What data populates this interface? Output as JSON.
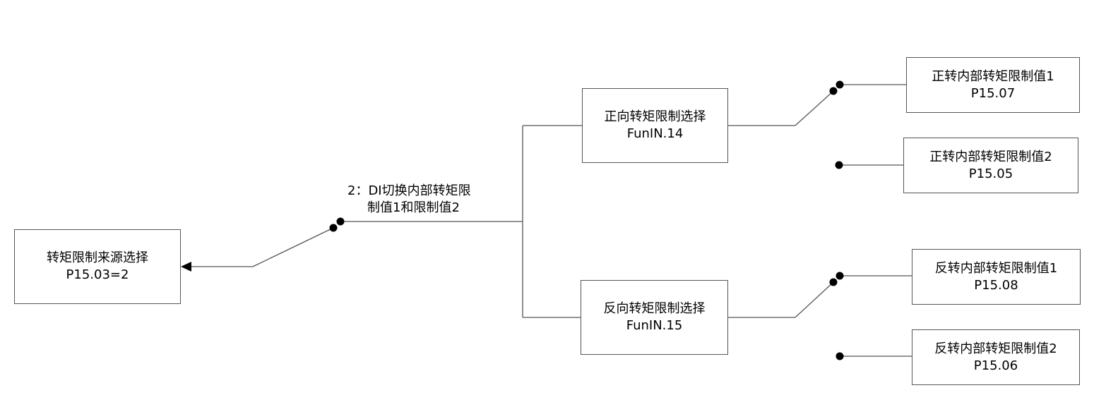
{
  "source_box": {
    "line1": "转矩限制来源选择",
    "line2": "P15.03=2"
  },
  "switch_label": {
    "line1": "2：DI切换内部转矩限",
    "line2": "制值1和限制值2"
  },
  "forward_select_box": {
    "line1": "正向转矩限制选择",
    "line2": "FunIN.14"
  },
  "reverse_select_box": {
    "line1": "反向转矩限制选择",
    "line2": "FunIN.15"
  },
  "forward_limit_1_box": {
    "line1": "正转内部转矩限制值1",
    "line2": "P15.07"
  },
  "forward_limit_2_box": {
    "line1": "正转内部转矩限制值2",
    "line2": "P15.05"
  },
  "reverse_limit_1_box": {
    "line1": "反转内部转矩限制值1",
    "line2": "P15.08"
  },
  "reverse_limit_2_box": {
    "line1": "反转内部转矩限制值2",
    "line2": "P15.06"
  },
  "colors": {
    "line": "#555555",
    "dot": "#000000",
    "arrow": "#000000"
  }
}
